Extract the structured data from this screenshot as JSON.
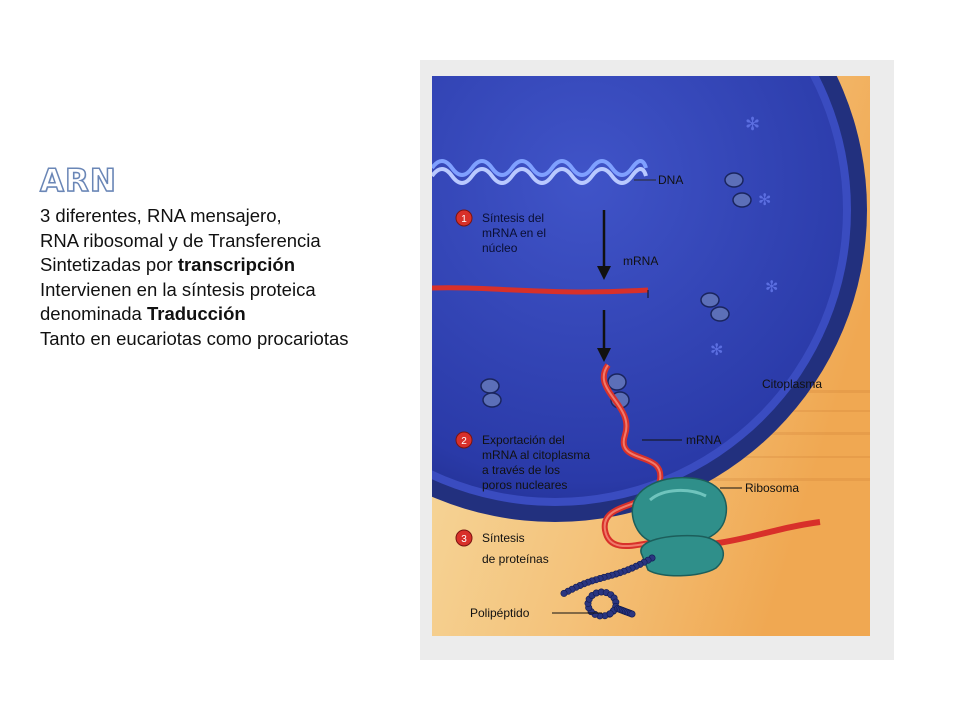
{
  "slide": {
    "title": "ARN",
    "lines": [
      {
        "text": "3 diferentes, RNA mensajero,"
      },
      {
        "text": "RNA ribosomal  y de Transferencia"
      },
      {
        "text": "Sintetizadas por ",
        "bold": "transcripción"
      },
      {
        "text": "Intervienen en la síntesis proteica"
      },
      {
        "text": "denominada ",
        "bold": "Traducción"
      },
      {
        "text": "Tanto en eucariotas como procariotas"
      }
    ]
  },
  "figure": {
    "labels": {
      "dna": "DNA",
      "mrna_nucleus": "mRNA",
      "citoplasma": "Citoplasma",
      "mrna_cyto": "mRNA",
      "ribosoma": "Ribosoma",
      "polipeptido": "Polipéptido"
    },
    "steps": [
      {
        "number": "1",
        "lines": [
          "Síntesis del",
          "mRNA en el",
          "núcleo"
        ]
      },
      {
        "number": "2",
        "lines": [
          "Exportación del",
          "mRNA al citoplasma",
          "a través de los",
          "poros nucleares"
        ]
      },
      {
        "number": "3",
        "lines": [
          "Síntesis",
          "de proteínas"
        ]
      }
    ],
    "colors": {
      "nucleus": "#2e3fb0",
      "envelope": "#1c2a7a",
      "mrna": "#d8302a",
      "ribosome": "#2f8f8a",
      "polypeptide": "#2a3580",
      "background": "#f5c77a"
    }
  }
}
